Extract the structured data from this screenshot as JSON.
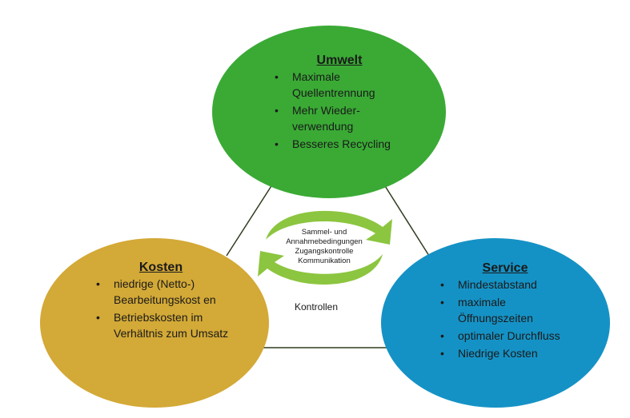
{
  "colors": {
    "umwelt": "#3aaa35",
    "kosten": "#d3a937",
    "service": "#1592c5",
    "arrow": "#8cc53f",
    "triangle": "#2f3d1f"
  },
  "umwelt": {
    "title": "Umwelt",
    "items": [
      "Maximale Quellentrennung",
      "Mehr Wieder-verwendung",
      "Besseres Recycling"
    ]
  },
  "kosten": {
    "title": "Kosten",
    "items": [
      "niedrige (Netto-) Bearbeitungskost en",
      "Betriebskosten im Verhältnis zum Umsatz"
    ]
  },
  "service": {
    "title": "Service",
    "items": [
      "Mindestabstand",
      "maximale Öffnungszeiten",
      "optimaler Durchfluss",
      "Niedrige Kosten"
    ]
  },
  "cycle": {
    "lines": [
      "Sammel- und",
      "Annahmebedingungen",
      "Zugangskontrolle",
      "Kommunikation"
    ],
    "caption": "Kontrollen"
  },
  "bullet": "•"
}
